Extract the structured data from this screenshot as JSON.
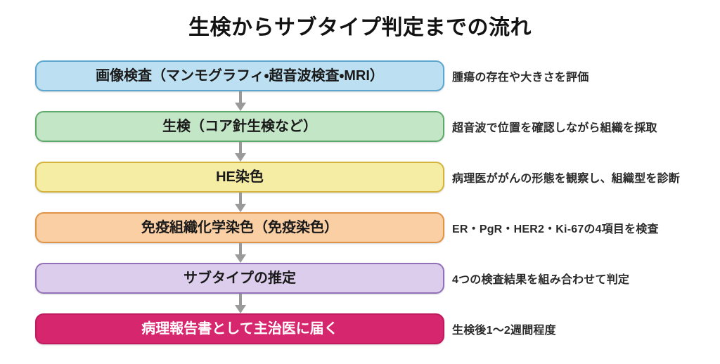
{
  "title": "生検からサブタイプ判定までの流れ",
  "diagram": {
    "type": "vertical-flowchart",
    "orientation": "top-to-bottom",
    "connector_icon": "down-arrow-icon",
    "connector_color": "#9a9a9a",
    "steps": [
      {
        "index": 1,
        "label": "画像検査（マンモグラフィ・超音波検査・MRI）",
        "note": "腫瘍の存在や大きさを評価",
        "fill": "#bcdff1",
        "border": "#5ca7cf",
        "text_color": "#1a1a1a"
      },
      {
        "index": 2,
        "label": "生検（コア針生検など）",
        "note": "超音波で位置を確認しながら組織を採取",
        "fill": "#c3e6c6",
        "border": "#5faa6b",
        "text_color": "#1a1a1a"
      },
      {
        "index": 3,
        "label": "HE染色",
        "note": "病理医ががんの形態を観察し、組織型を診断",
        "fill": "#f5eda4",
        "border": "#d4b43c",
        "text_color": "#1a1a1a"
      },
      {
        "index": 4,
        "label": "免疫組織化学染色（免疫染色）",
        "note": "ER・PgR・HER2・Ki-67の4項目を検査",
        "fill": "#fbcfa4",
        "border": "#e09447",
        "text_color": "#1a1a1a"
      },
      {
        "index": 5,
        "label": "サブタイプの推定",
        "note": "4つの検査結果を組み合わせて判定",
        "fill": "#dccdec",
        "border": "#9271b8",
        "text_color": "#1a1a1a"
      },
      {
        "index": 6,
        "label": "病理報告書として主治医に届く",
        "note": "生検後1〜2週間程度",
        "fill": "#d6276e",
        "border": "#c01a5e",
        "text_color": "#ffffff"
      }
    ]
  }
}
